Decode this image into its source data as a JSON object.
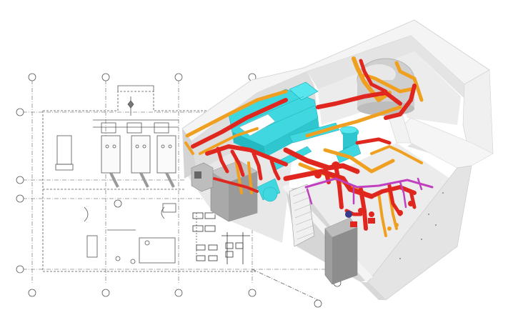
{
  "colors": {
    "background": "#ffffff",
    "linework": "#555555",
    "wall_top": "#f2f2f2",
    "wall_side": "#dcdcdc",
    "wall_dark": "#c8c8c8",
    "floor": "#e9e9e9",
    "supply_pipe": "#e0271f",
    "return_pipe": "#f0a020",
    "duct": "#40d8e0",
    "gas_pipe": "#c040c0",
    "equipment": "#b8b8b8"
  },
  "plan": {
    "grid_top": [
      "",
      "",
      "",
      ""
    ],
    "grid_bottom": [
      "",
      "",
      "",
      ""
    ],
    "grid_left": [
      "",
      "",
      "",
      ""
    ]
  },
  "model": {
    "components": [
      "air-handling-unit",
      "storage-tank",
      "boiler",
      "pumps",
      "expansion-tank",
      "louver"
    ]
  }
}
